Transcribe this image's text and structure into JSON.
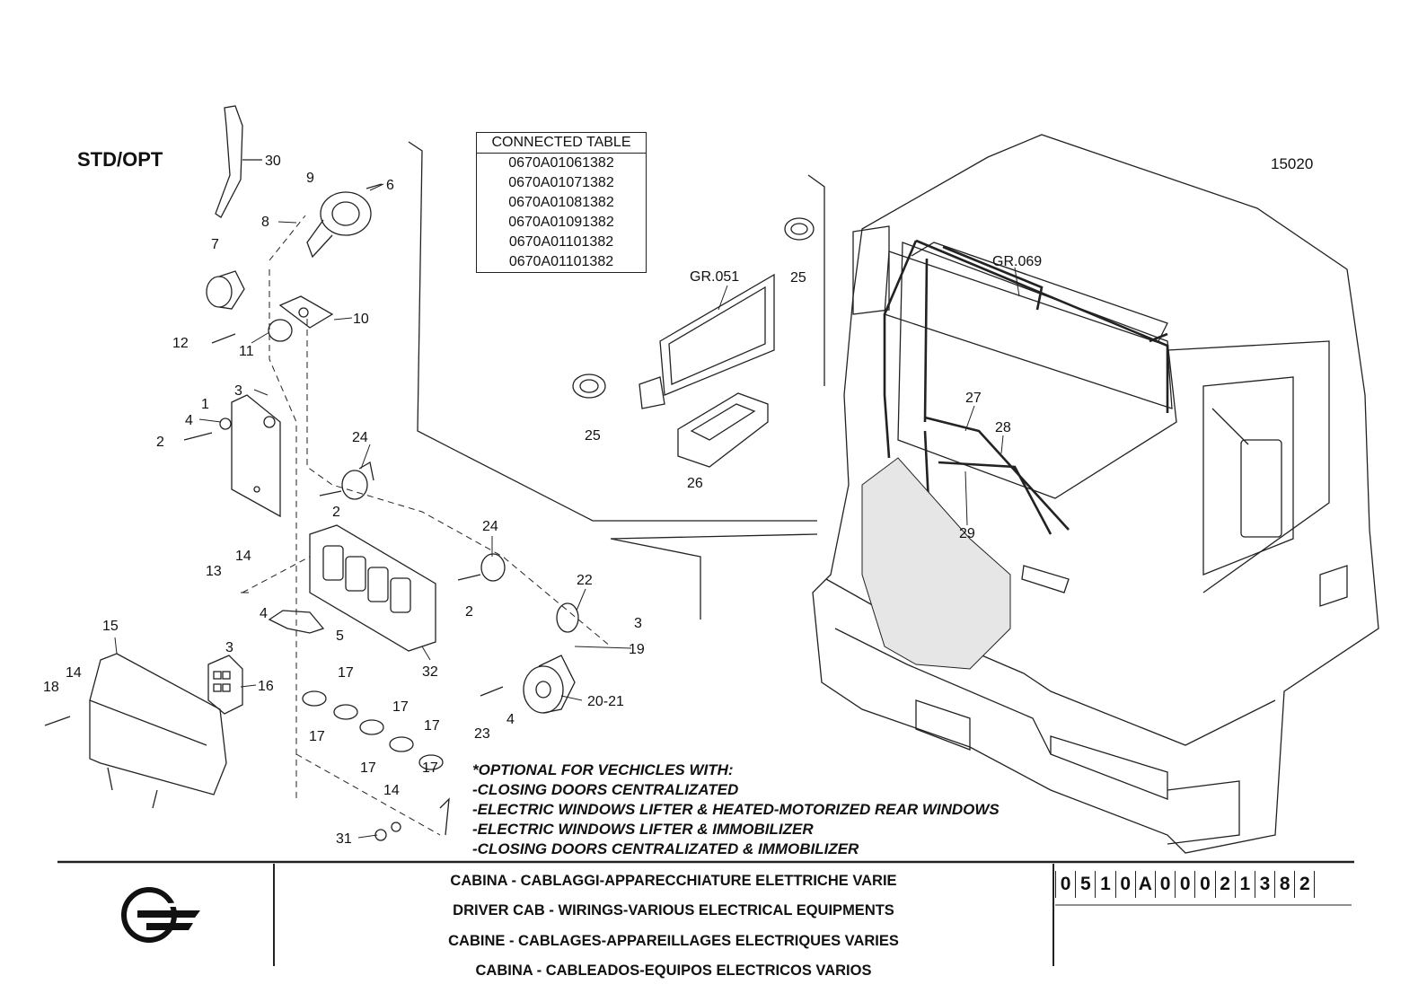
{
  "header": {
    "std_opt": "STD/OPT",
    "drawing_number": "15020"
  },
  "connected_table": {
    "title": "CONNECTED TABLE",
    "rows": [
      "0670A01061382",
      "0670A01071382",
      "0670A01081382",
      "0670A01091382",
      "0670A01101382",
      "0670A01101382"
    ]
  },
  "group_labels": {
    "gr051": "GR.051",
    "gr069": "GR.069"
  },
  "callouts": [
    "30",
    "9",
    "6",
    "8",
    "7",
    "12",
    "11",
    "10",
    "3",
    "1",
    "4",
    "2",
    "24",
    "2",
    "13",
    "14",
    "24",
    "2",
    "22",
    "3",
    "19",
    "20-21",
    "4",
    "3",
    "4",
    "5",
    "32",
    "15",
    "14",
    "18",
    "16",
    "17",
    "17",
    "17",
    "17",
    "17",
    "17",
    "23",
    "4",
    "14",
    "31",
    "25",
    "25",
    "26",
    "27",
    "28",
    "29"
  ],
  "notes": [
    "*OPTIONAL FOR VECHICLES WITH:",
    "-CLOSING DOORS CENTRALIZATED",
    "-ELECTRIC WINDOWS LIFTER & HEATED-MOTORIZED REAR WINDOWS",
    "-ELECTRIC WINDOWS LIFTER & IMMOBILIZER",
    "-CLOSING DOORS CENTRALIZATED & IMMOBILIZER"
  ],
  "title_block": {
    "it": "CABINA - CABLAGGI-APPARECCHIATURE ELETTRICHE VARIE",
    "en": "DRIVER CAB - WIRINGS-VARIOUS ELECTRICAL EQUIPMENTS",
    "fr": "CABINE - CABLAGES-APPAREILLAGES ELECTRIQUES VARIES",
    "es": "CABINA - CABLEADOS-EQUIPOS ELECTRICOS VARIOS",
    "part_code": [
      "0",
      "5",
      "1",
      "0",
      "A",
      "0",
      "0",
      "0",
      "2",
      "1",
      "3",
      "8",
      "2"
    ]
  }
}
